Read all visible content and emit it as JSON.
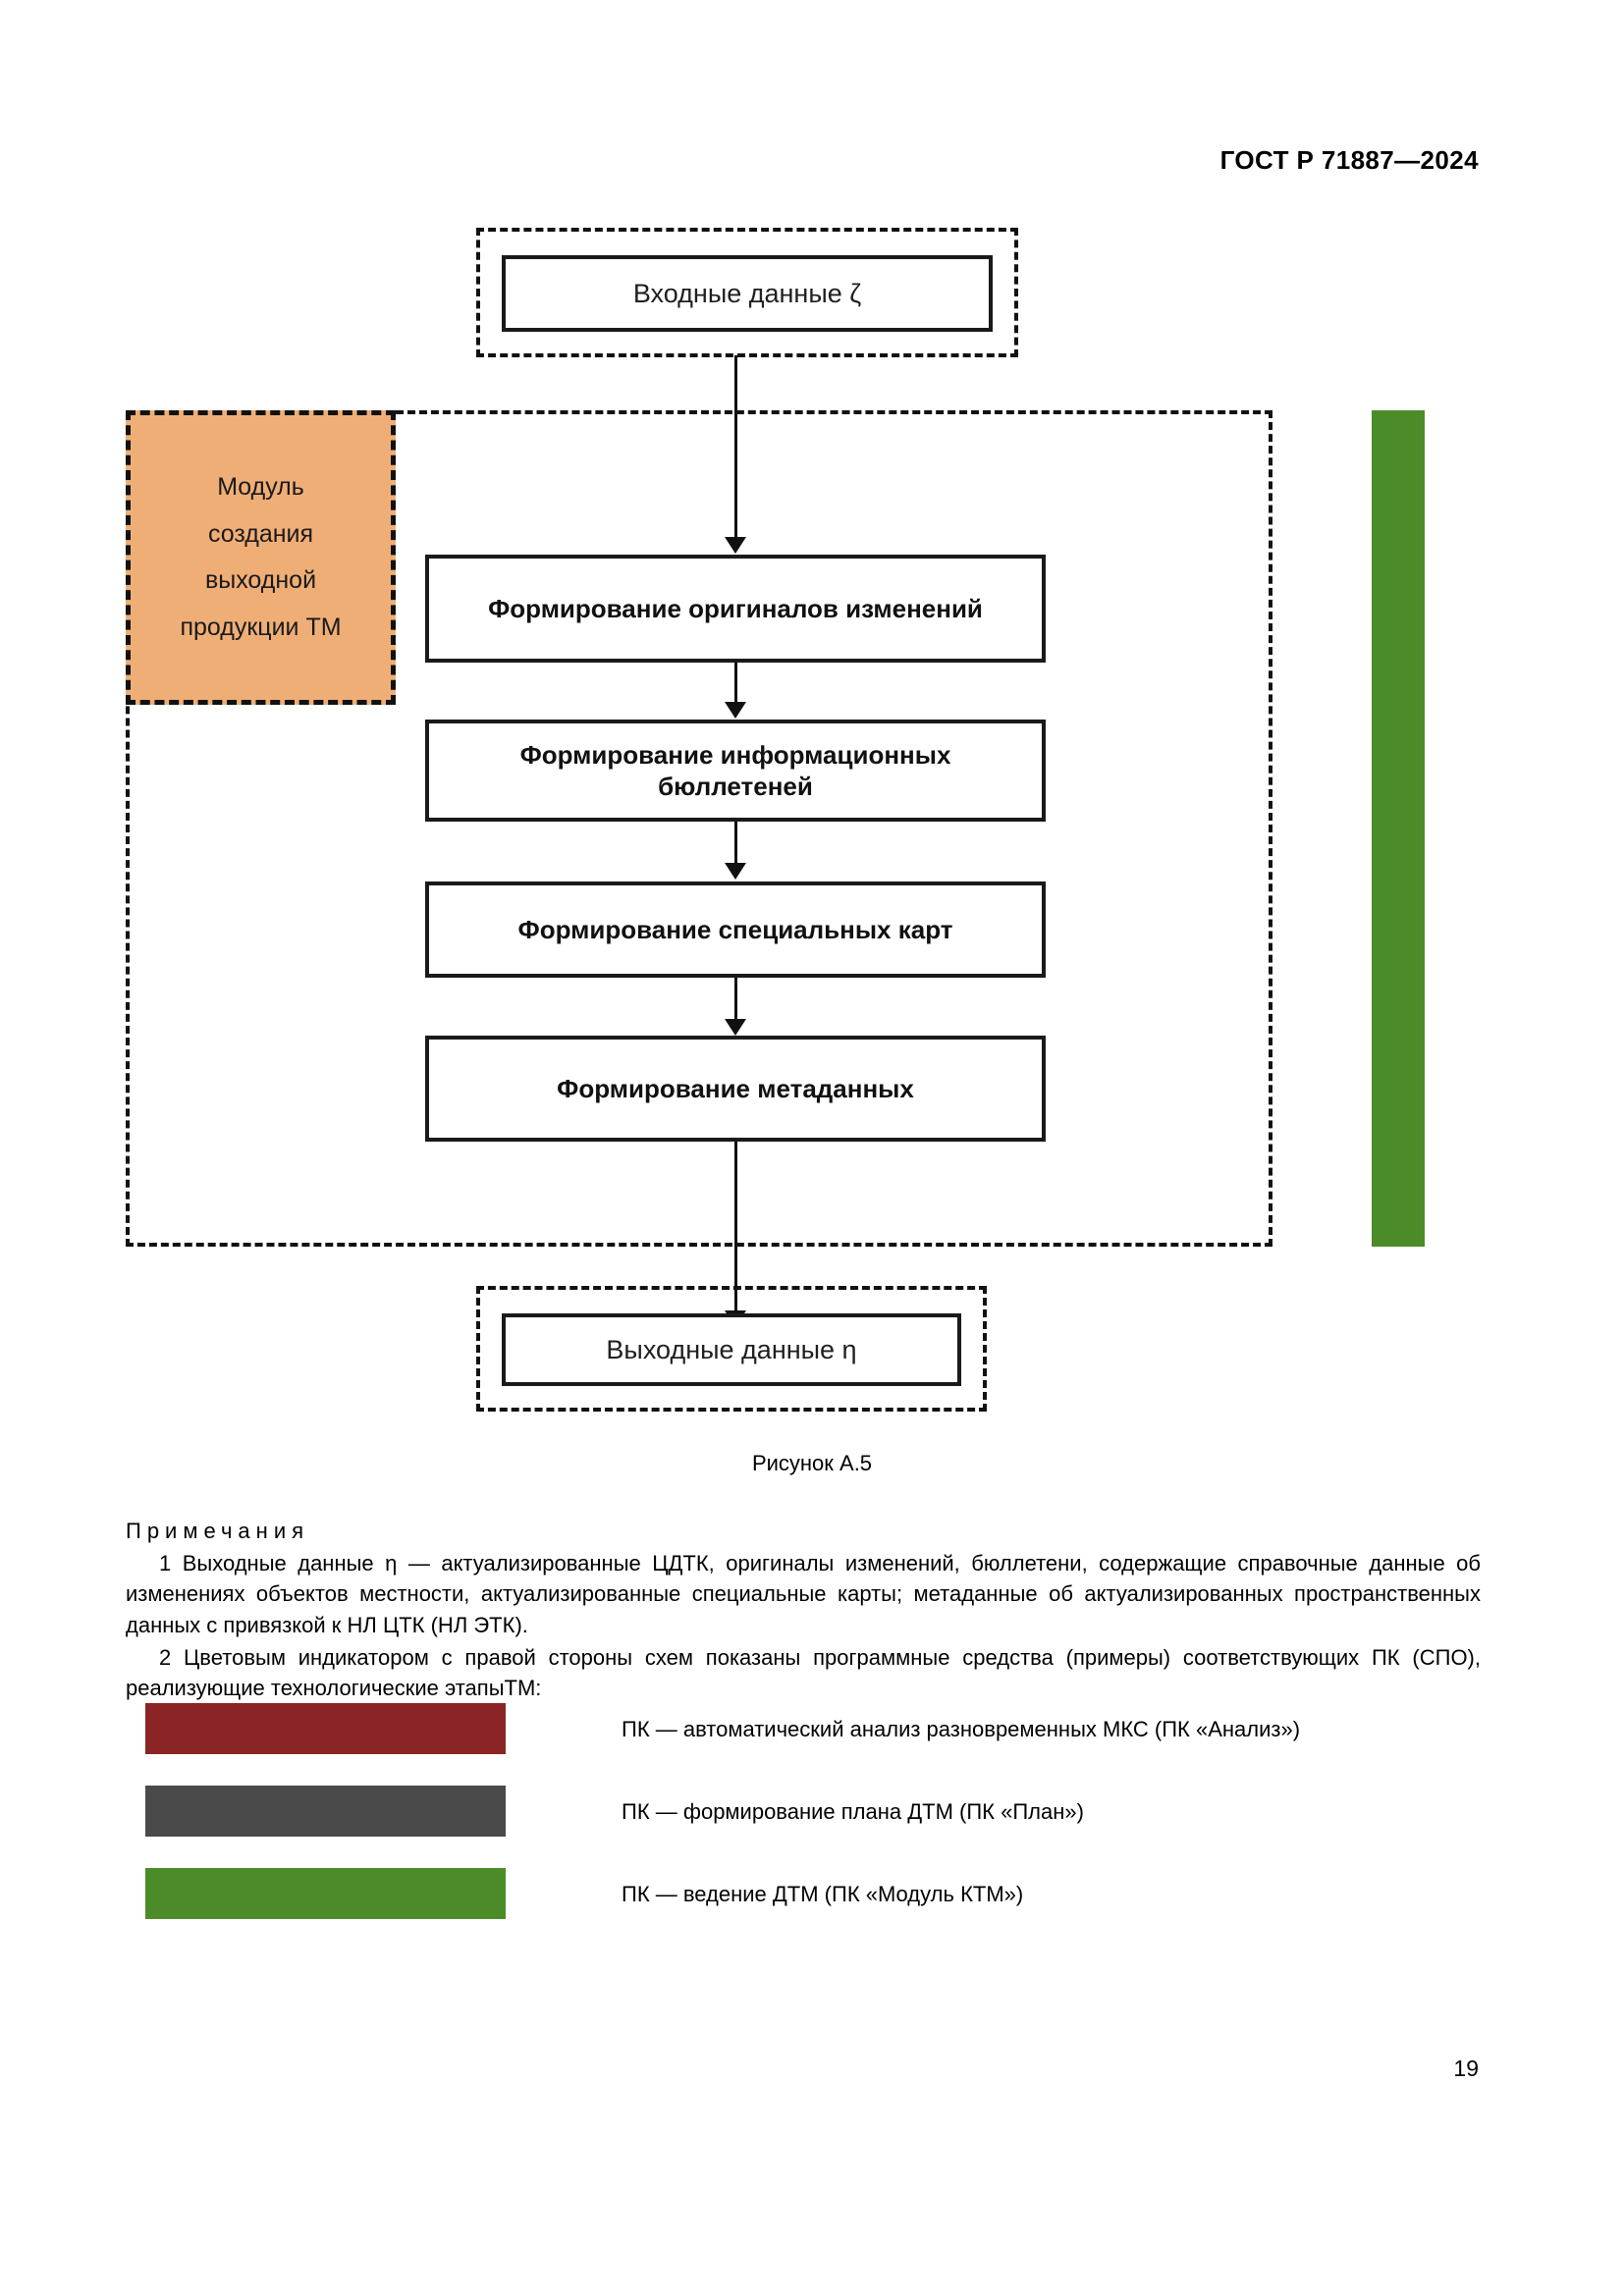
{
  "document": {
    "header": "ГОСТ Р 71887—2024",
    "page_number": "19"
  },
  "figure": {
    "caption": "Рисунок А.5",
    "input_node": "Входные данные ζ",
    "output_node": "Выходные данные η",
    "module_label": {
      "line1": "Модуль",
      "line2": "создания",
      "line3": "выходной",
      "line4": "продукции ТМ"
    },
    "process_steps": [
      {
        "id": "step-1",
        "label": "Формирование оригиналов изменений"
      },
      {
        "id": "step-2",
        "label": "Формирование информационных бюллетеней"
      },
      {
        "id": "step-3",
        "label": "Формирование специальных карт"
      },
      {
        "id": "step-4",
        "label": "Формирование метаданных"
      }
    ],
    "indicator_color": "#4c8c28",
    "module_fill_color": "#f0ae77"
  },
  "notes": {
    "title": "Примечания",
    "items": [
      "1 Выходные данные η — актуализированные ЦДТК, оригиналы изменений, бюллетени, содержащие справочные данные об изменениях объектов местности, актуализированные специальные карты; метаданные об актуализированных пространственных данных с привязкой к НЛ ЦТК (НЛ ЭТК).",
      "2 Цветовым индикатором с правой стороны схем показаны программные средства (примеры) соответствующих ПК (СПО), реализующие технологические этапыТМ:"
    ]
  },
  "legend": [
    {
      "color": "#8b2424",
      "text": "ПК — автоматический анализ разновременных МКС (ПК «Анализ»)"
    },
    {
      "color": "#4a4a4a",
      "text": "ПК — формирование плана ДТМ (ПК «План»)"
    },
    {
      "color": "#4c8c28",
      "text": "ПК — ведение ДТМ (ПК «Модуль КТМ»)"
    }
  ]
}
